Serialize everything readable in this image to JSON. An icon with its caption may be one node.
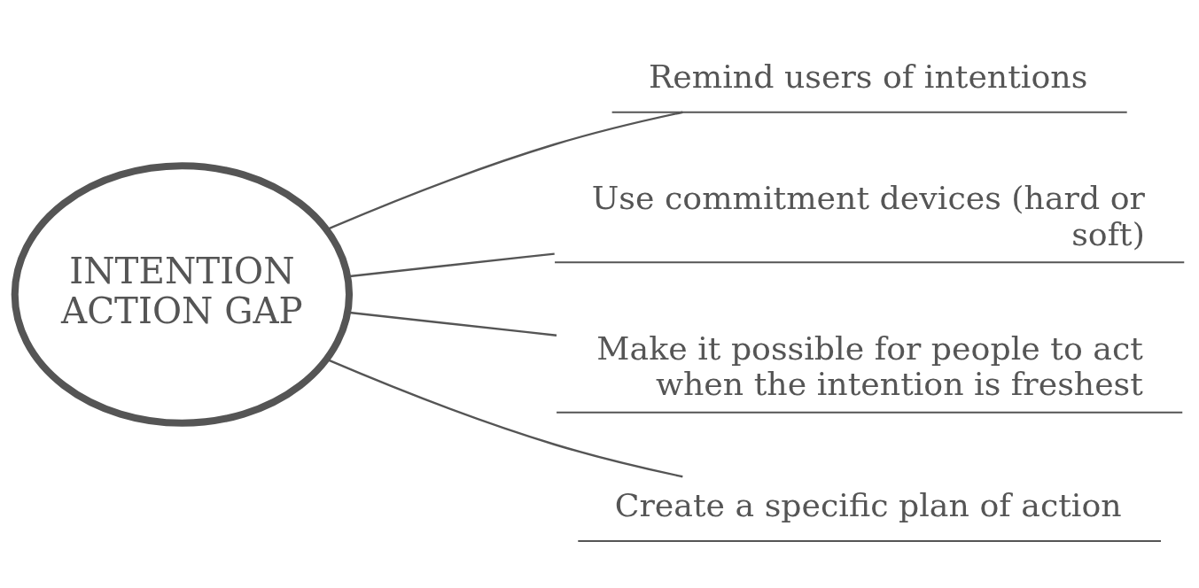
{
  "diagram": {
    "nodes": [
      {
        "text": [
          "INTENTION ACTION GAP"
        ]
      },
      {
        "text": [
          "Remind users of intentions"
        ]
      },
      {
        "text": [
          "Use commitment devices (hard or soft)"
        ]
      },
      {
        "text": [
          "Make it possible for people to act when the intention is freshest"
        ]
      },
      {
        "text": [
          "Create a specific plan of action"
        ]
      }
    ],
    "edges": [
      {
        "from": 0,
        "to": 1,
        "arrow": "none"
      },
      {
        "from": 0,
        "to": 2,
        "arrow": "none"
      },
      {
        "from": 0,
        "to": 3,
        "arrow": "none"
      },
      {
        "from": 0,
        "to": 4,
        "arrow": "none"
      }
    ]
  }
}
